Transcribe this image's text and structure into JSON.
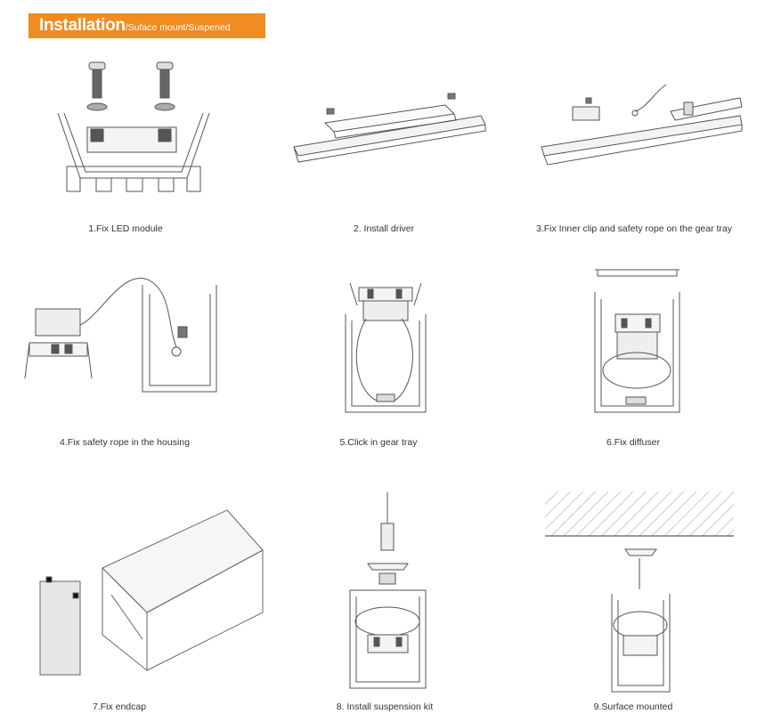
{
  "header": {
    "title": "Installation",
    "subtitle": "/Suface mount/Suspened",
    "color": "#f08c21"
  },
  "steps": [
    {
      "caption": "1.Fix LED module",
      "icon": "led-module-screws"
    },
    {
      "caption": "2. Install driver",
      "icon": "driver-on-gear-tray"
    },
    {
      "caption": "3.Fix Inner clip and safety rope on the gear tray",
      "icon": "inner-clip-safety-rope"
    },
    {
      "caption": "4.Fix safety rope in the housing",
      "icon": "safety-rope-housing"
    },
    {
      "caption": "5.Click in gear tray",
      "icon": "gear-tray-click"
    },
    {
      "caption": "6.Fix diffuser",
      "icon": "diffuser-fit"
    },
    {
      "caption": "7.Fix endcap",
      "icon": "endcap-profile"
    },
    {
      "caption": "8. Install suspension kit",
      "icon": "suspension-kit"
    },
    {
      "caption": "9.Surface mounted",
      "icon": "surface-mount-ceiling"
    }
  ]
}
